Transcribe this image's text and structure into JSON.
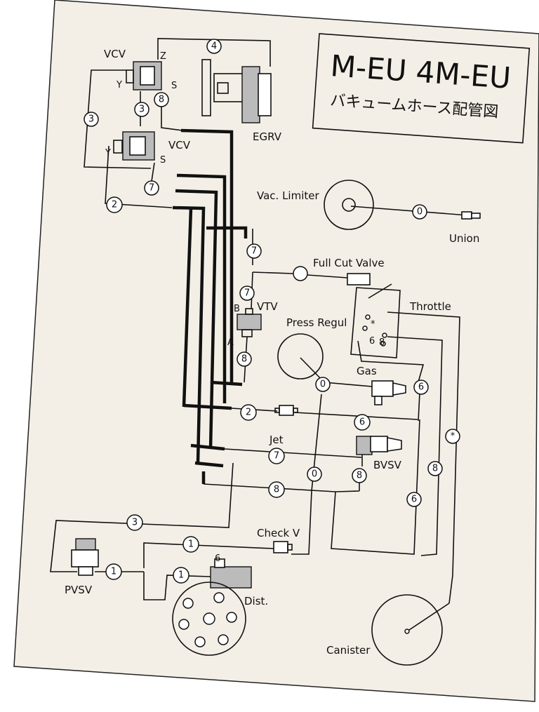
{
  "title": {
    "main": "M-EU 4M-EU",
    "subtitle": "バキュームホース配管図"
  },
  "components": {
    "vcv_top": "VCV",
    "vcv_bottom": "VCV",
    "egrv": "EGRV",
    "vac_limiter": "Vac. Limiter",
    "union": "Union",
    "full_cut_valve": "Full Cut Valve",
    "throttle": "Throttle",
    "vtv": "VTV",
    "press_regul": "Press Regul",
    "gas": "Gas",
    "jet": "Jet",
    "bvsv": "BVSV",
    "check_v": "Check V",
    "pvsv": "PVSV",
    "dist": "Dist.",
    "canister": "Canister"
  },
  "port_letters": {
    "vcv_top_z": "Z",
    "vcv_top_y": "Y",
    "vcv_top_s": "S",
    "vcv_bottom_y": "Y",
    "vcv_bottom_s": "S",
    "vtv_b": "B",
    "vtv_a": "A",
    "throttle_star": "*",
    "throttle_6": "6",
    "throttle_8": "8",
    "dist_6": "6"
  },
  "hose_numbers": {
    "h4_top": "4",
    "h3_left": "3",
    "h3_vcv": "3",
    "h8_vcv": "8",
    "h7_vcv": "7",
    "h2_left": "2",
    "h0_limiter": "0",
    "h7_upper": "7",
    "h7_lower": "7",
    "h8_vtv": "8",
    "h0_press": "0",
    "h2_mid": "2",
    "h6_mid": "6",
    "h6_right": "6",
    "h7_jet": "7",
    "h0_center": "0",
    "h8_bvsv": "8",
    "h8_right": "8",
    "hstar": "*",
    "h8_bottom": "8",
    "h6_low": "6",
    "h3_bottom": "3",
    "h1_check": "1",
    "h1_pvsv": "1",
    "h1_dist": "1"
  }
}
